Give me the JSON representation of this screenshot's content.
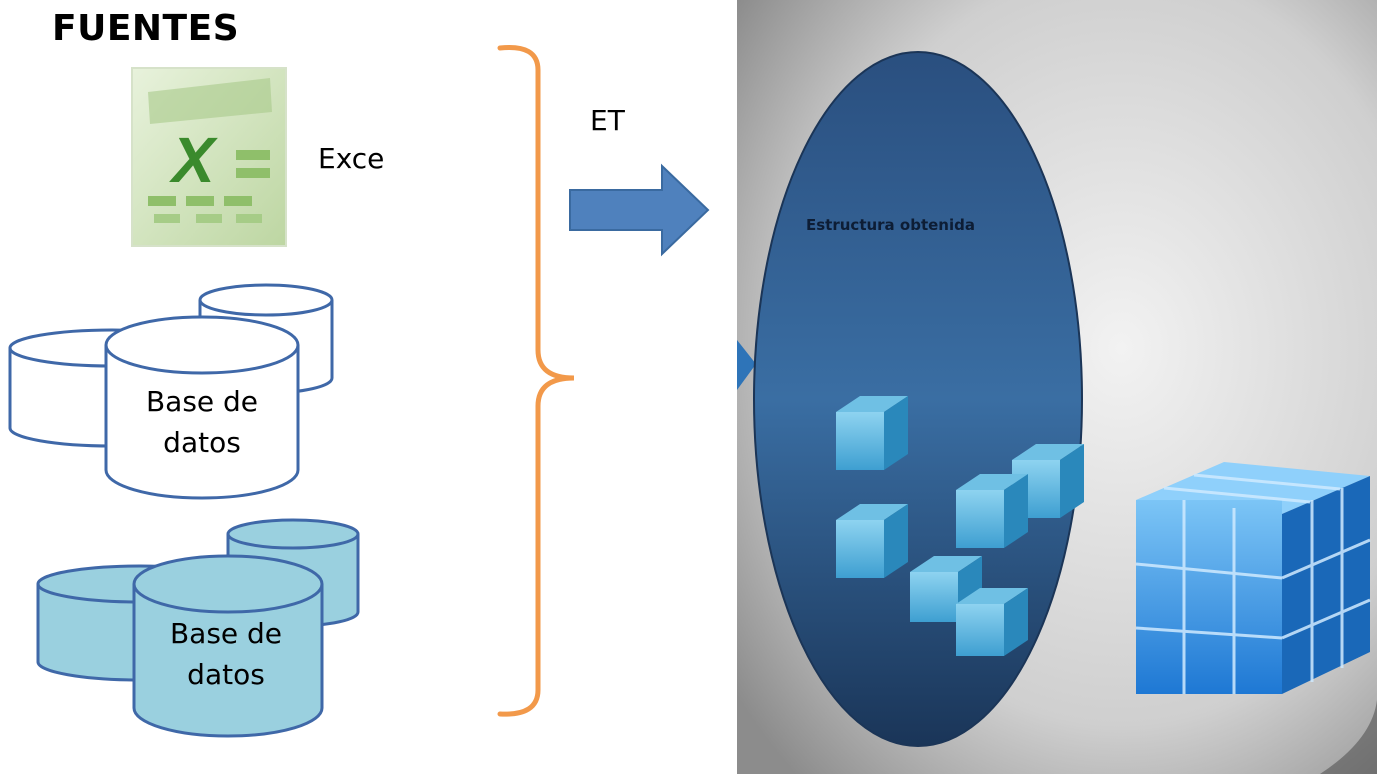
{
  "title": "FUENTES",
  "excel_label": "Exce",
  "process_label": "ET",
  "database_label": "Base de datos",
  "result_label": "Estructura obtenida",
  "icons": {
    "excel": "spreadsheet-icon",
    "databases": "cylinder-database-icon",
    "cube": "olap-cube-icon"
  },
  "colors": {
    "brace": "#f2994a",
    "arrow": "#4f81bd",
    "db_white": "#ffffff",
    "db_blue": "#9ad0df",
    "ellipse": "#2e5b8c",
    "panel": "#c9c9c9"
  }
}
